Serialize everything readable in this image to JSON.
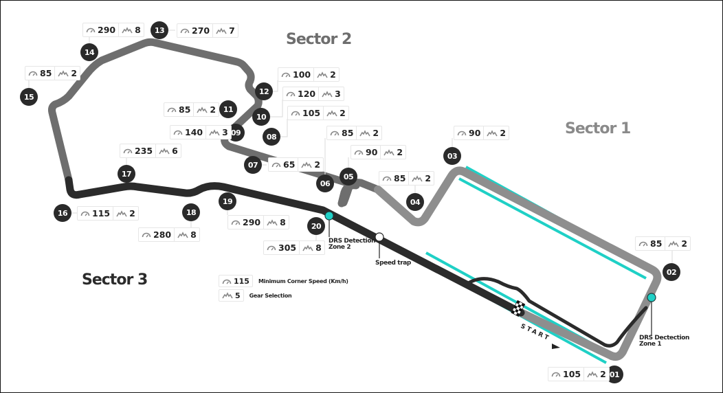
{
  "sectors": [
    {
      "label": "Sector 1",
      "color": "#8a8a8a"
    },
    {
      "label": "Sector 2",
      "color": "#6e6e6e"
    },
    {
      "label": "Sector 3",
      "color": "#2b2b2b"
    }
  ],
  "corners": [
    {
      "number": "01",
      "speed": "105",
      "gear": "2"
    },
    {
      "number": "02",
      "speed": "85",
      "gear": "2"
    },
    {
      "number": "03",
      "speed": "90",
      "gear": "2"
    },
    {
      "number": "04",
      "speed": "85",
      "gear": "2"
    },
    {
      "number": "05",
      "speed": "90",
      "gear": "2"
    },
    {
      "number": "06",
      "speed": "85",
      "gear": "2"
    },
    {
      "number": "07",
      "speed": "65",
      "gear": "2"
    },
    {
      "number": "08",
      "speed": "105",
      "gear": "2"
    },
    {
      "number": "09",
      "speed": "140",
      "gear": "3"
    },
    {
      "number": "10",
      "speed": "120",
      "gear": "3"
    },
    {
      "number": "11",
      "speed": "85",
      "gear": "2"
    },
    {
      "number": "12",
      "speed": "100",
      "gear": "2"
    },
    {
      "number": "13",
      "speed": "270",
      "gear": "7"
    },
    {
      "number": "14",
      "speed": "290",
      "gear": "8"
    },
    {
      "number": "15",
      "speed": "85",
      "gear": "2"
    },
    {
      "number": "16",
      "speed": "115",
      "gear": "2"
    },
    {
      "number": "17",
      "speed": "235",
      "gear": "6"
    },
    {
      "number": "18",
      "speed": "280",
      "gear": "8"
    },
    {
      "number": "19",
      "speed": "290",
      "gear": "8"
    },
    {
      "number": "20",
      "speed": "305",
      "gear": "8"
    }
  ],
  "markers": {
    "drs_zone_1": "DRS Dectection\nZone 1",
    "drs_zone_2": "DRS Detection\nZone 2",
    "speed_trap": "Speed trap",
    "start": "START"
  },
  "legend": {
    "speed_sample": "115",
    "speed_label": "Minimum Corner Speed (Km/h)",
    "gear_sample": "5",
    "gear_label": "Gear Selection"
  },
  "colors": {
    "drs": "#1fd0c6",
    "badge": "#2a2a2a"
  }
}
